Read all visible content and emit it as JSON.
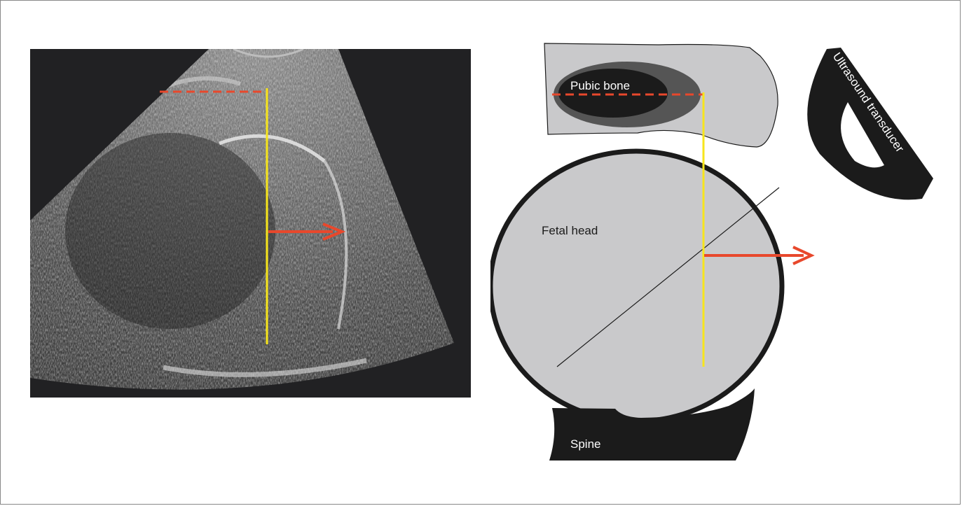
{
  "figure": {
    "labels": {
      "pubic_bone": "Pubic bone",
      "ultrasound_transducer": "Ultrasound transducer",
      "fetal_head": "Fetal head",
      "spine": "Spine"
    },
    "colors": {
      "yellow_line": "#f7e51c",
      "red_arrow": "#e8482c",
      "light_gray": "#c9c9cb",
      "dark_gray": "#555555",
      "black": "#1b1b1b",
      "ultrasound_bg": "#212123"
    }
  }
}
